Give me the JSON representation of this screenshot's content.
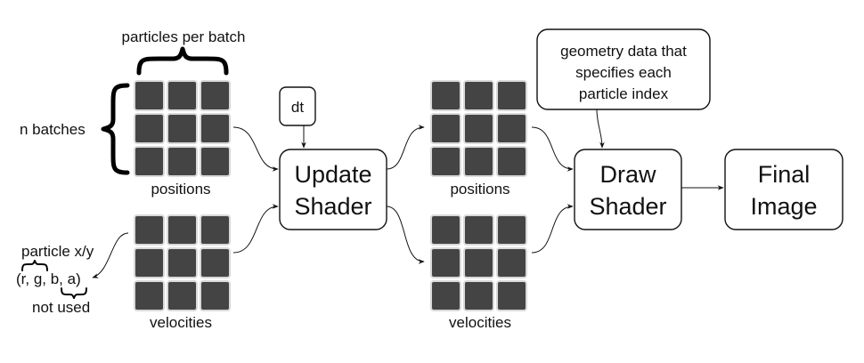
{
  "grids": {
    "input_positions": {
      "label": "positions",
      "rows": 3,
      "cols": 3
    },
    "input_velocities": {
      "label": "velocities",
      "rows": 3,
      "cols": 3
    },
    "output_positions": {
      "label": "positions",
      "rows": 3,
      "cols": 3
    },
    "output_velocities": {
      "label": "velocities",
      "rows": 3,
      "cols": 3
    }
  },
  "annotations": {
    "particles_per_batch": "particles per batch",
    "n_batches": "n batches",
    "particle_xy": "particle x/y",
    "rgba": "(r, g, b, a)",
    "not_used": "not used"
  },
  "nodes": {
    "dt": {
      "label": "dt"
    },
    "update_shader": {
      "line1": "Update",
      "line2": "Shader"
    },
    "draw_shader": {
      "line1": "Draw",
      "line2": "Shader"
    },
    "final_image": {
      "line1": "Final",
      "line2": "Image"
    },
    "geometry_data": {
      "line1": "geometry data that",
      "line2": "specifies each",
      "line3": "particle index"
    }
  },
  "colors": {
    "cell_fill": "#444444",
    "cell_border": "#d9d9d9",
    "line": "#111111"
  }
}
